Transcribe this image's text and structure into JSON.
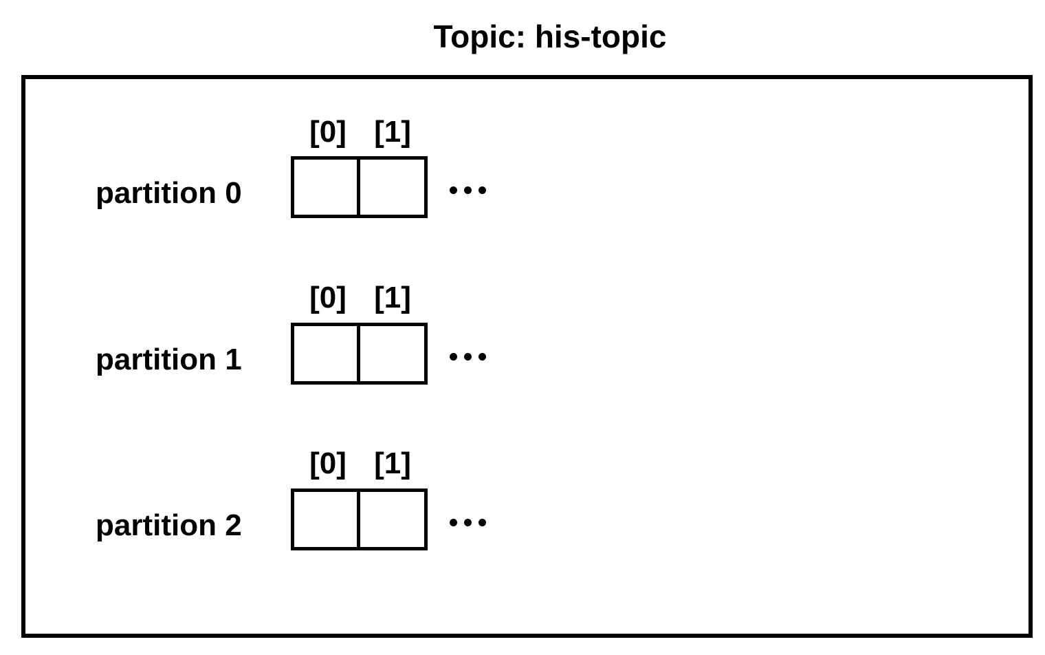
{
  "title": "Topic: his-topic",
  "partitions": [
    {
      "label": "partition 0",
      "offsets": [
        "[0]",
        "[1]"
      ]
    },
    {
      "label": "partition 1",
      "offsets": [
        "[0]",
        "[1]"
      ]
    },
    {
      "label": "partition 2",
      "offsets": [
        "[0]",
        "[1]"
      ]
    }
  ]
}
